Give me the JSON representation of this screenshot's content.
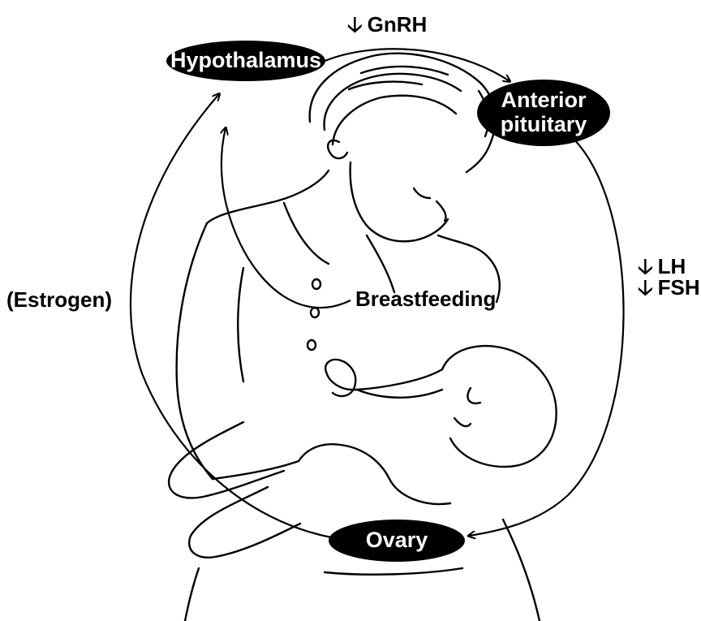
{
  "nodes": {
    "hypothalamus": "Hypothalamus",
    "anterior_pituitary_line1": "Anterior",
    "anterior_pituitary_line2": "pituitary",
    "ovary": "Ovary"
  },
  "labels": {
    "gnrh": "GnRH",
    "lh": "LH",
    "fsh": "FSH",
    "estrogen": "(Estrogen)",
    "breastfeeding": "Breastfeeding"
  },
  "icons": {
    "decrease": "down-arrow-icon"
  },
  "colors": {
    "ink": "#000000",
    "pill_text": "#ffffff",
    "background": "#ffffff"
  }
}
